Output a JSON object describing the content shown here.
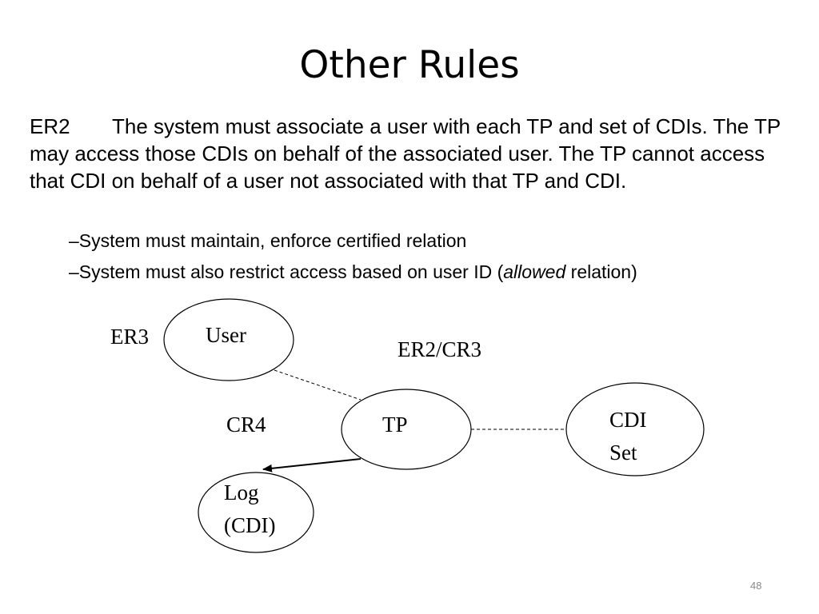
{
  "slide": {
    "title": "Other Rules",
    "page_number": "48"
  },
  "rule_text": {
    "tag": "ER2",
    "body": "The system must associate a user with each TP and set of CDIs. The TP may access those CDIs on behalf of the associated user. The TP cannot access that CDI on behalf of a user not associated with that TP and CDI."
  },
  "bullets": [
    {
      "dash": "–",
      "before": "System must maintain, enforce certified relation",
      "emphasis": "",
      "after": ""
    },
    {
      "dash": "–",
      "before": "System must also restrict access based on user ID (",
      "emphasis": "allowed",
      "after": " relation)"
    }
  ],
  "diagram": {
    "nodes": {
      "user": "User",
      "tp": "TP",
      "cdi_set_line1": "CDI",
      "cdi_set_line2": "Set",
      "log_line1": "Log",
      "log_line2": "(CDI)"
    },
    "labels": {
      "er3": "ER3",
      "er2_cr3": "ER2/CR3",
      "cr4": "CR4"
    },
    "edges": [
      {
        "from": "user",
        "to": "tp",
        "style": "dashed"
      },
      {
        "from": "tp",
        "to": "cdi_set",
        "style": "dashed"
      },
      {
        "from": "tp",
        "to": "log",
        "style": "solid-arrow"
      }
    ]
  }
}
